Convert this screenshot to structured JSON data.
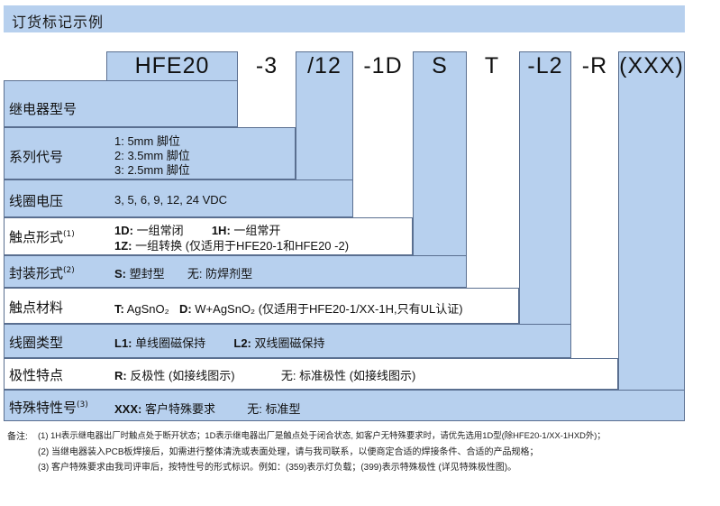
{
  "header": {
    "title": "订货标记示例"
  },
  "codes": [
    "HFE20",
    "-3",
    "/12",
    "-1D",
    "S",
    "T",
    "-L2",
    "-R",
    "(XXX)"
  ],
  "rows": {
    "relay_type": {
      "label": "继电器型号"
    },
    "series": {
      "label": "系列代号",
      "lines": [
        "1: 5mm 脚位",
        "2: 3.5mm 脚位",
        "3: 2.5mm 脚位"
      ]
    },
    "coil_voltage": {
      "label": "线圈电压",
      "text": "3, 5, 6, 9, 12, 24 VDC"
    },
    "contact_form": {
      "label": "触点形式",
      "sup": "(1)",
      "k1": "1D:",
      "v1": " 一组常闭",
      "k2": "1H:",
      "v2": " 一组常开",
      "k3": "1Z:",
      "v3": " 一组转换 (仅适用于HFE20-1和HFE20 -2)"
    },
    "package": {
      "label": "封装形式",
      "sup": "(2)",
      "k1": "S:",
      "v1": " 塑封型",
      "v2": "无: 防焊剂型"
    },
    "contact_material": {
      "label": "触点材料",
      "k1": "T:",
      "v1": " AgSnO₂",
      "k2": "D:",
      "v2": " W+AgSnO₂ (仅适用于HFE20-1/XX-1H,只有UL认证)"
    },
    "coil_type": {
      "label": "线圈类型",
      "k1": "L1:",
      "v1": " 单线圈磁保持",
      "k2": "L2:",
      "v2": " 双线圈磁保持"
    },
    "polarity": {
      "label": "极性特点",
      "k1": "R:",
      "v1": " 反极性 (如接线图示)",
      "v2": "无: 标准极性 (如接线图示)"
    },
    "special": {
      "label": "特殊特性号",
      "sup": "(3)",
      "k1": "XXX:",
      "v1": " 客户特殊要求",
      "v2": "无: 标准型"
    }
  },
  "notes": {
    "prefix": "备注:",
    "n1": "(1) 1H表示继电器出厂时触点处于断开状态；1D表示继电器出厂是触点处于闭合状态, 如客户无特殊要求时，请优先选用1D型(除HFE20-1/XX-1HXD外)；",
    "n2": "(2) 当继电器装入PCB板焊接后，如需进行整体清洗或表面处理，请与我司联系，以便商定合适的焊接条件、合适的产品规格；",
    "n3": "(3) 客户特殊要求由我司评审后，按特性号的形式标识。例如：(359)表示灯负载；(399)表示特殊极性 (详见特殊极性图)。"
  }
}
